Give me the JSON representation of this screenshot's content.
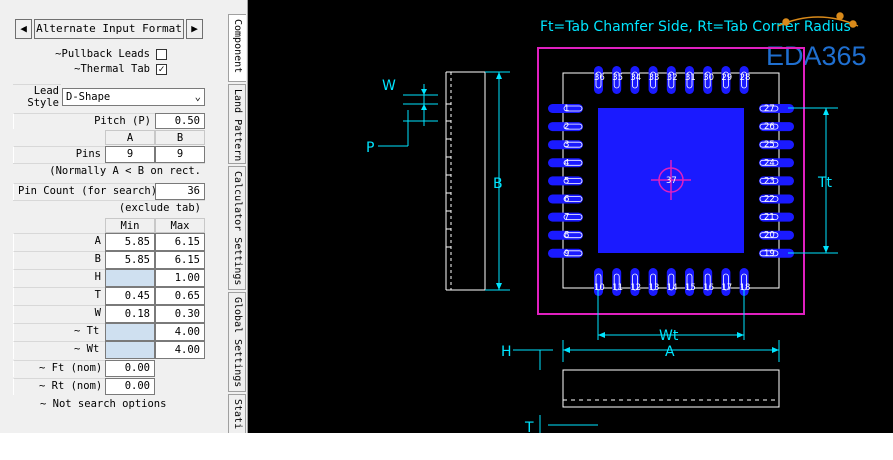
{
  "left_panel": {
    "alt_format_button": "Alternate Input Format",
    "pullback_leads_label": "~Pullback Leads",
    "pullback_leads_checked": false,
    "thermal_tab_label": "~Thermal Tab",
    "thermal_tab_checked": true,
    "lead_style_label_1": "Lead",
    "lead_style_label_2": "Style",
    "lead_style_value": "D-Shape",
    "pitch_label": "Pitch (P)",
    "pitch_value": "0.50",
    "col_a": "A",
    "col_b": "B",
    "pins_label": "Pins",
    "pins_a": "9",
    "pins_b": "9",
    "rect_note": "(Normally A < B on rect.",
    "pin_count_label": "Pin Count (for search)",
    "pin_count_value": "36",
    "exclude_tab_note": "(exclude tab)",
    "min_header": "Min",
    "max_header": "Max",
    "dims": [
      {
        "label": "A",
        "min": "5.85",
        "max": "6.15"
      },
      {
        "label": "B",
        "min": "5.85",
        "max": "6.15"
      },
      {
        "label": "H",
        "min": "",
        "max": "1.00"
      },
      {
        "label": "T",
        "min": "0.45",
        "max": "0.65"
      },
      {
        "label": "W",
        "min": "0.18",
        "max": "0.30"
      },
      {
        "label": "~ Tt",
        "min": "",
        "max": "4.00"
      },
      {
        "label": "~ Wt",
        "min": "",
        "max": "4.00"
      }
    ],
    "ft_label": "~ Ft (nom)",
    "ft_value": "0.00",
    "rt_label": "~ Rt (nom)",
    "rt_value": "0.00",
    "not_search_note": "~ Not search options"
  },
  "vertical_tabs": [
    "Component",
    "Land Pattern",
    "Calculator Settings",
    "Global Settings",
    "Stati"
  ],
  "cad": {
    "header_text": "Ft=Tab Chamfer Side, Rt=Tab Corner Radius",
    "watermark": "EDA365",
    "labels": {
      "W": "W",
      "P": "P",
      "B": "B",
      "Tt": "Tt",
      "Wt": "Wt",
      "A": "A",
      "H": "H",
      "T": "T"
    },
    "thermal_pin_label": "37",
    "top_pins": [
      "36",
      "35",
      "34",
      "33",
      "32",
      "31",
      "30",
      "29",
      "28"
    ],
    "left_pins": [
      "1",
      "2",
      "3",
      "4",
      "5",
      "6",
      "7",
      "8",
      "9"
    ],
    "bottom_pins": [
      "10",
      "11",
      "12",
      "13",
      "14",
      "15",
      "16",
      "17",
      "18"
    ],
    "right_pins": [
      "27",
      "26",
      "25",
      "24",
      "23",
      "22",
      "21",
      "20",
      "19"
    ],
    "colors": {
      "background": "#000000",
      "dimension": "#00e5ff",
      "pad": "#1a1aff",
      "outline": "#ffffff",
      "courtyard": "#e020c0",
      "watermark": "#1f6fd0"
    }
  }
}
